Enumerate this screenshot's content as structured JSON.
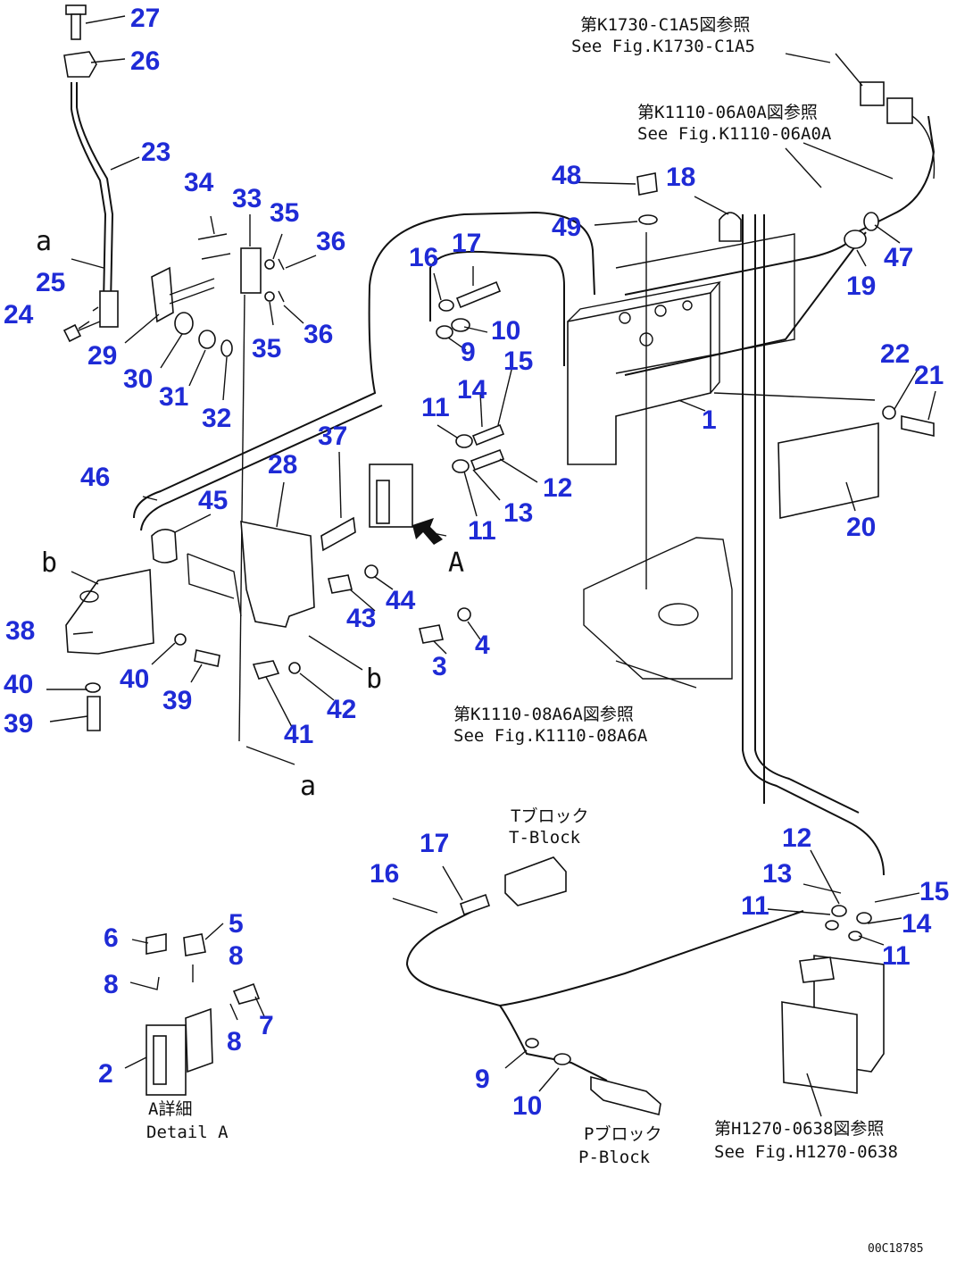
{
  "references": {
    "k1730_jp": "第K1730-C1A5図参照",
    "k1730_en": "See Fig.K1730-C1A5",
    "k1110a_jp": "第K1110-06A0A図参照",
    "k1110a_en": "See Fig.K1110-06A0A",
    "k1110b_jp": "第K1110-08A6A図参照",
    "k1110b_en": "See Fig.K1110-08A6A",
    "h1270_jp": "第H1270-0638図参照",
    "h1270_en": "See Fig.H1270-0638"
  },
  "blocks": {
    "t_jp": "Tブロック",
    "t_en": "T-Block",
    "p_jp": "Pブロック",
    "p_en": "P-Block"
  },
  "detail": {
    "jp": "A詳細",
    "en": "Detail A"
  },
  "view_tags": {
    "a": "a",
    "b": "b",
    "A": "A"
  },
  "drawing_number": "00C18785",
  "part_numbers": [
    "1",
    "2",
    "3",
    "4",
    "5",
    "6",
    "7",
    "8",
    "9",
    "10",
    "11",
    "12",
    "13",
    "14",
    "15",
    "16",
    "17",
    "18",
    "19",
    "20",
    "21",
    "22",
    "23",
    "24",
    "25",
    "26",
    "27",
    "28",
    "29",
    "30",
    "31",
    "32",
    "33",
    "34",
    "35",
    "36",
    "37",
    "38",
    "39",
    "40",
    "41",
    "42",
    "43",
    "44",
    "45",
    "46",
    "47",
    "48",
    "49"
  ]
}
